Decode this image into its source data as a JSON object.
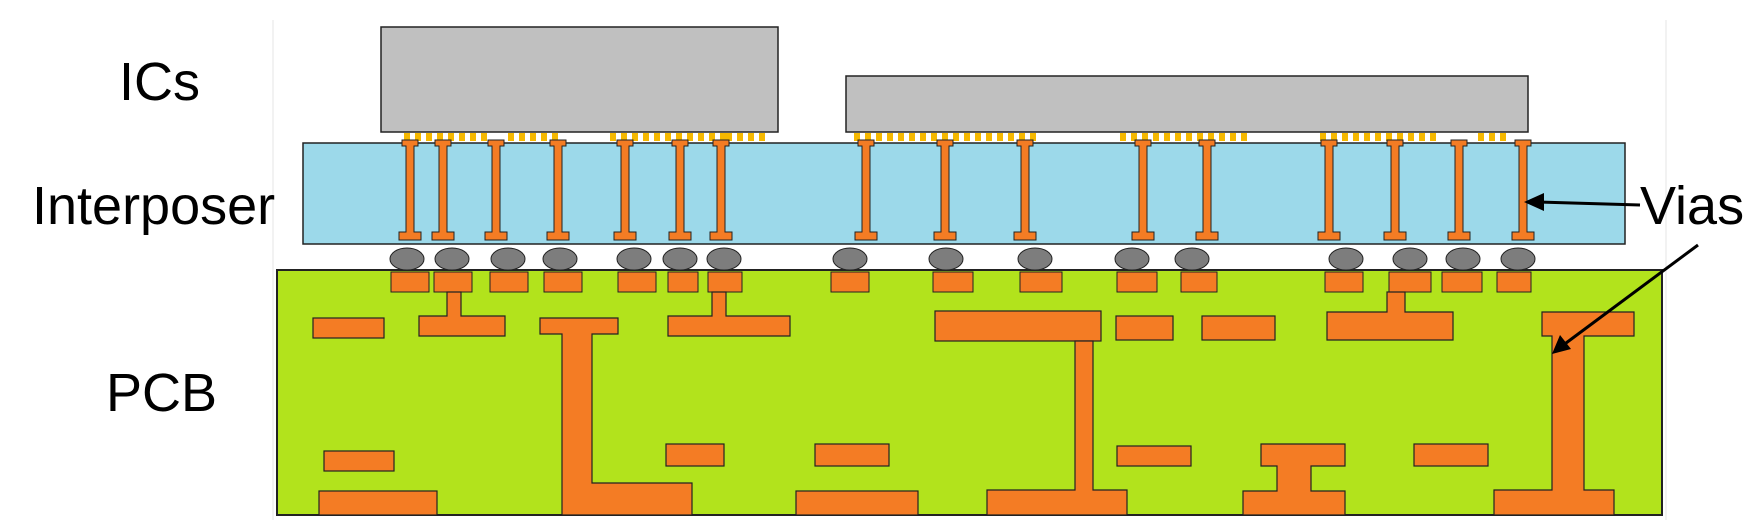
{
  "labels": {
    "ics": "ICs",
    "interposer": "Interposer",
    "pcb": "PCB",
    "vias": "Vias"
  },
  "colors": {
    "ic_fill": "#c0c0c0",
    "interposer_fill": "#9cd9ea",
    "pcb_fill": "#b2e31c",
    "copper": "#f47c24",
    "solder_ball": "#7d7d7d",
    "micro_bump": "#f5b800",
    "outline": "#222222"
  },
  "icons": {
    "arrows": "callout-arrow"
  }
}
